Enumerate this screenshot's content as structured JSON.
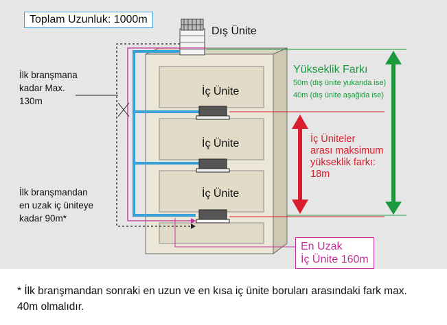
{
  "total_length": "Toplam Uzunluk: 1000m",
  "outdoor_unit": "Dış Ünite",
  "indoor_unit_label": "İç Ünite",
  "first_branch_max": [
    "İlk branşmana",
    "kadar Max.",
    "130m"
  ],
  "first_branch_farthest": [
    "İlk branşmandan",
    "en uzak iç üniteye",
    "kadar 90m*"
  ],
  "height_diff": {
    "title": "Yükseklik Farkı",
    "line1": "50m (dış ünite yukanda ise)",
    "line2": "40m (dış ünite aşağida ise)"
  },
  "indoor_height_diff": [
    "İç Üniteler",
    "arası maksimum",
    "yükseklik farkı:",
    "18m"
  ],
  "farthest_unit": [
    "En Uzak",
    "İç Ünite 160m"
  ],
  "footnote": "* İlk branşmandan sonraki en uzun ve en kısa iç ünite boruları arasındaki fark max. 40m olmalıdır.",
  "colors": {
    "pipe": "#3aa0d8",
    "pink": "#c2309a",
    "green": "#1a9a3c",
    "red": "#d81e2c",
    "building": "#e9e3d2"
  }
}
